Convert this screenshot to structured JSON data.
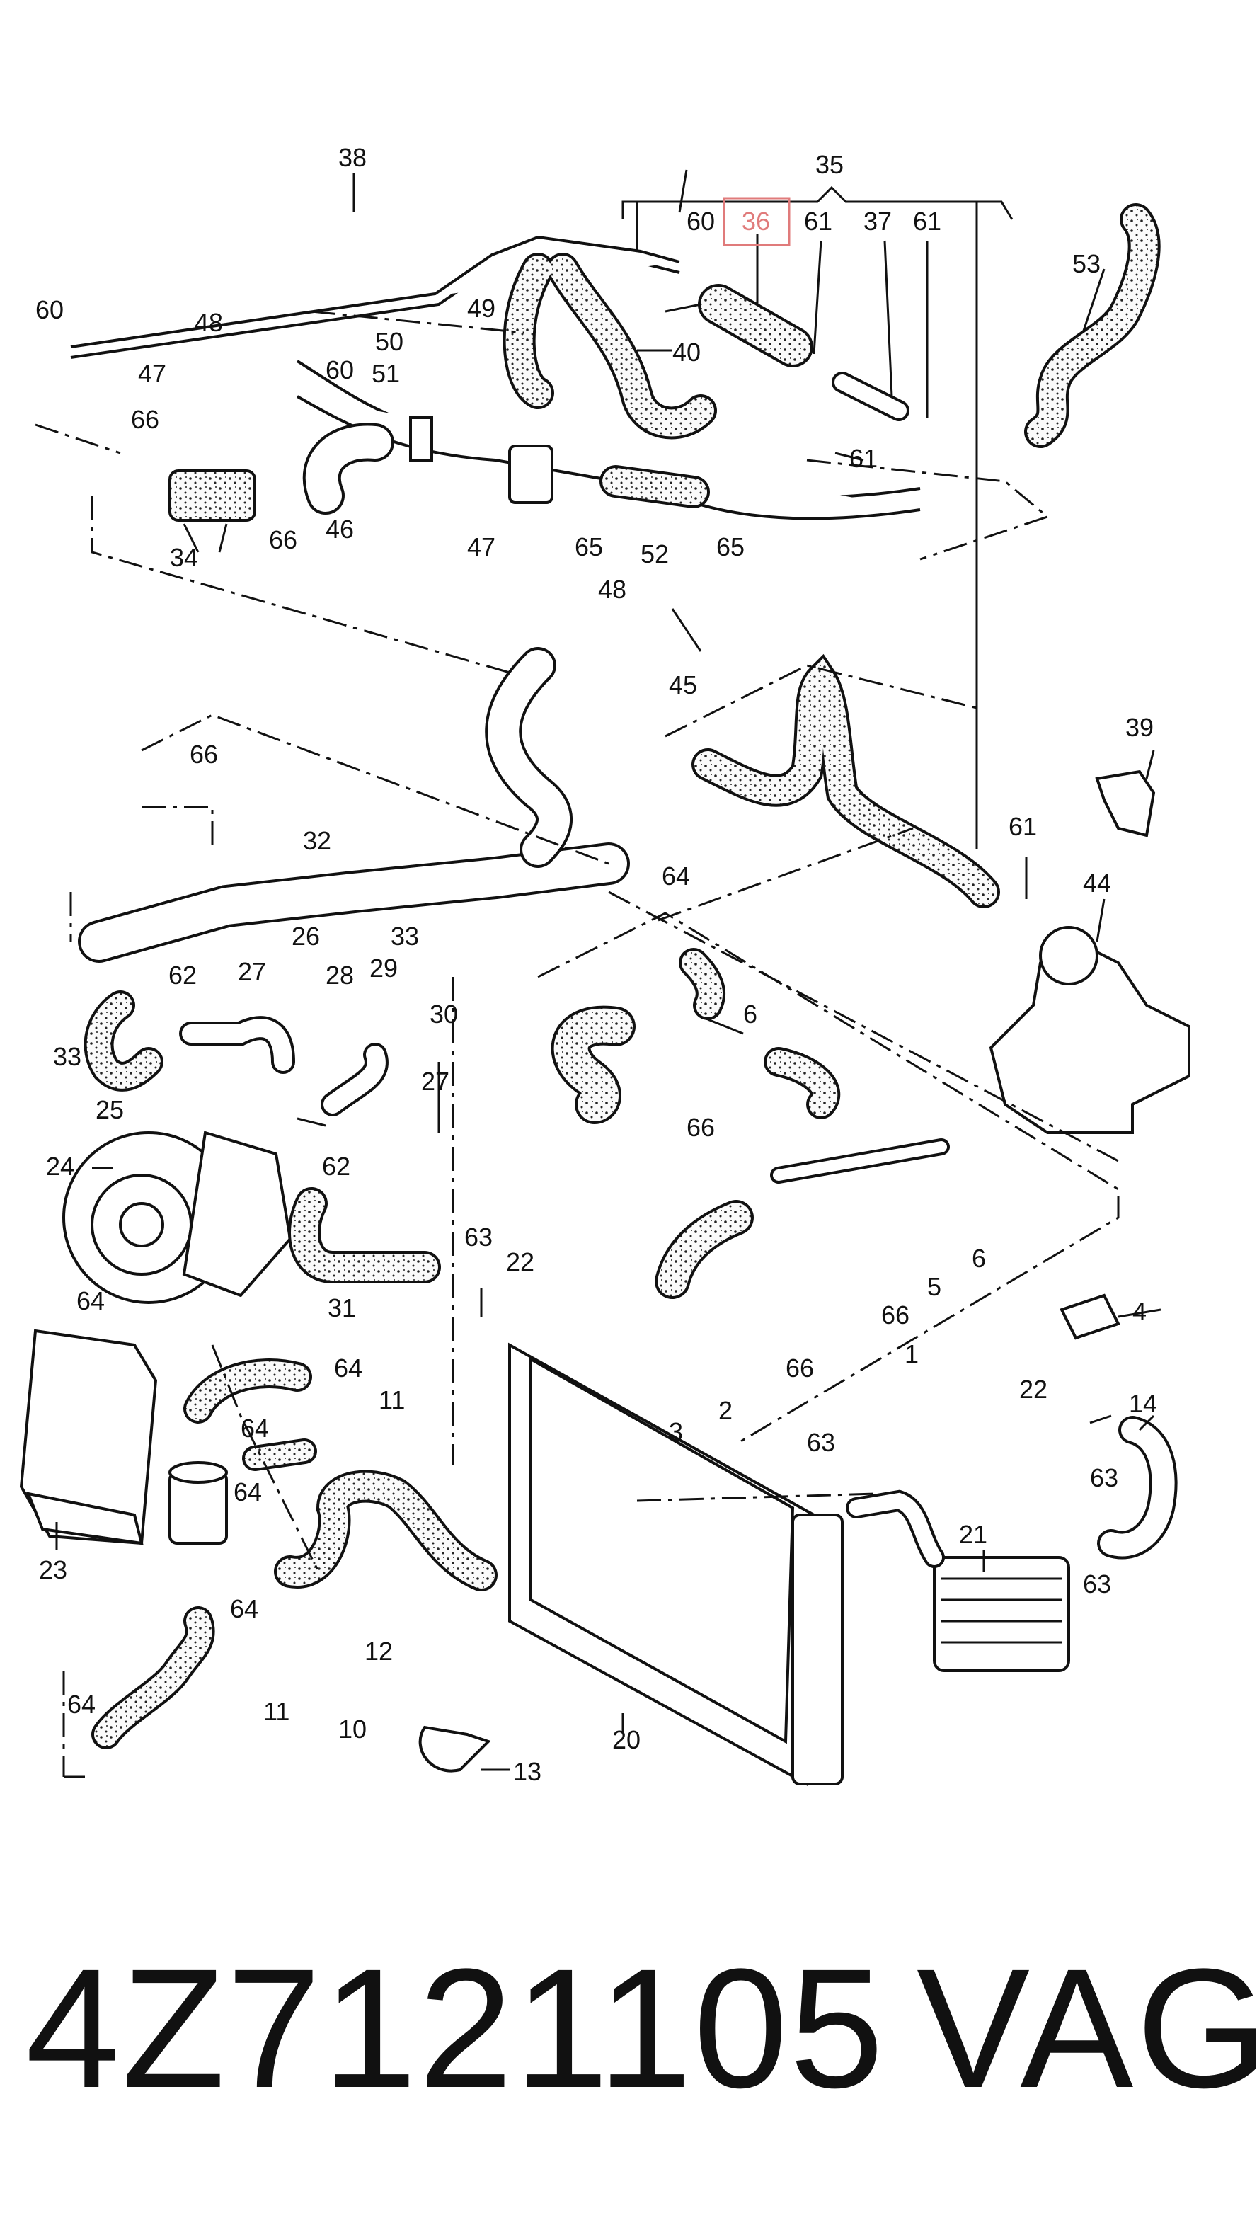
{
  "highlight_color": "#e07b7b",
  "callouts": [
    {
      "id": "38",
      "text": "38"
    },
    {
      "id": "35",
      "text": "35"
    },
    {
      "id": "60a",
      "text": "60"
    },
    {
      "id": "36",
      "text": "36",
      "highlighted": true
    },
    {
      "id": "61a",
      "text": "61"
    },
    {
      "id": "37",
      "text": "37"
    },
    {
      "id": "61b",
      "text": "61"
    },
    {
      "id": "53",
      "text": "53"
    },
    {
      "id": "60b",
      "text": "60"
    },
    {
      "id": "48a",
      "text": "48"
    },
    {
      "id": "49",
      "text": "49"
    },
    {
      "id": "50",
      "text": "50"
    },
    {
      "id": "60c",
      "text": "60"
    },
    {
      "id": "40",
      "text": "40"
    },
    {
      "id": "47a",
      "text": "47"
    },
    {
      "id": "51",
      "text": "51"
    },
    {
      "id": "61c",
      "text": "61"
    },
    {
      "id": "66a",
      "text": "66"
    },
    {
      "id": "34",
      "text": "34"
    },
    {
      "id": "66b",
      "text": "66"
    },
    {
      "id": "46",
      "text": "46"
    },
    {
      "id": "47b",
      "text": "47"
    },
    {
      "id": "65a",
      "text": "65"
    },
    {
      "id": "52",
      "text": "52"
    },
    {
      "id": "65b",
      "text": "65"
    },
    {
      "id": "48b",
      "text": "48"
    },
    {
      "id": "45",
      "text": "45"
    },
    {
      "id": "39",
      "text": "39"
    },
    {
      "id": "66c",
      "text": "66"
    },
    {
      "id": "61d",
      "text": "61"
    },
    {
      "id": "44",
      "text": "44"
    },
    {
      "id": "32",
      "text": "32"
    },
    {
      "id": "64a",
      "text": "64"
    },
    {
      "id": "33a",
      "text": "33"
    },
    {
      "id": "26",
      "text": "26"
    },
    {
      "id": "27a",
      "text": "27"
    },
    {
      "id": "28",
      "text": "28"
    },
    {
      "id": "29",
      "text": "29"
    },
    {
      "id": "62a",
      "text": "62"
    },
    {
      "id": "30",
      "text": "30"
    },
    {
      "id": "6a",
      "text": "6"
    },
    {
      "id": "33b",
      "text": "33"
    },
    {
      "id": "25",
      "text": "25"
    },
    {
      "id": "27b",
      "text": "27"
    },
    {
      "id": "66d",
      "text": "66"
    },
    {
      "id": "24",
      "text": "24"
    },
    {
      "id": "62b",
      "text": "62"
    },
    {
      "id": "63a",
      "text": "63"
    },
    {
      "id": "22a",
      "text": "22"
    },
    {
      "id": "31",
      "text": "31"
    },
    {
      "id": "5",
      "text": "5"
    },
    {
      "id": "6b",
      "text": "6"
    },
    {
      "id": "66e",
      "text": "66"
    },
    {
      "id": "4",
      "text": "4"
    },
    {
      "id": "64b",
      "text": "64"
    },
    {
      "id": "1",
      "text": "1"
    },
    {
      "id": "66f",
      "text": "66"
    },
    {
      "id": "64c",
      "text": "64"
    },
    {
      "id": "11a",
      "text": "11"
    },
    {
      "id": "2",
      "text": "2"
    },
    {
      "id": "22b",
      "text": "22"
    },
    {
      "id": "14",
      "text": "14"
    },
    {
      "id": "3",
      "text": "3"
    },
    {
      "id": "64d",
      "text": "64"
    },
    {
      "id": "63b",
      "text": "63"
    },
    {
      "id": "63c",
      "text": "63"
    },
    {
      "id": "64e",
      "text": "64"
    },
    {
      "id": "21",
      "text": "21"
    },
    {
      "id": "23",
      "text": "23"
    },
    {
      "id": "63d",
      "text": "63"
    },
    {
      "id": "64f",
      "text": "64"
    },
    {
      "id": "12",
      "text": "12"
    },
    {
      "id": "64g",
      "text": "64"
    },
    {
      "id": "11b",
      "text": "11"
    },
    {
      "id": "10",
      "text": "10"
    },
    {
      "id": "20",
      "text": "20"
    },
    {
      "id": "13",
      "text": "13"
    }
  ],
  "footer": {
    "part_number": "4Z7121105",
    "brand": "VAG"
  }
}
